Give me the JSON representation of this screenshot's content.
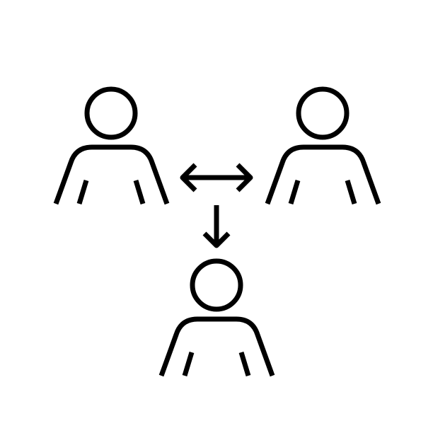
{
  "diagram": {
    "type": "people-communication-icon",
    "colors": {
      "background": "#ffffff",
      "stroke": "#000000"
    },
    "nodes": [
      {
        "id": "person-top-left",
        "icon": "person-icon"
      },
      {
        "id": "person-top-right",
        "icon": "person-icon"
      },
      {
        "id": "person-bottom",
        "icon": "person-icon"
      }
    ],
    "connectors": [
      {
        "from": "person-top-left",
        "to": "person-top-right",
        "style": "double-arrow"
      },
      {
        "from": "center",
        "to": "person-bottom",
        "style": "single-arrow-down"
      }
    ]
  }
}
